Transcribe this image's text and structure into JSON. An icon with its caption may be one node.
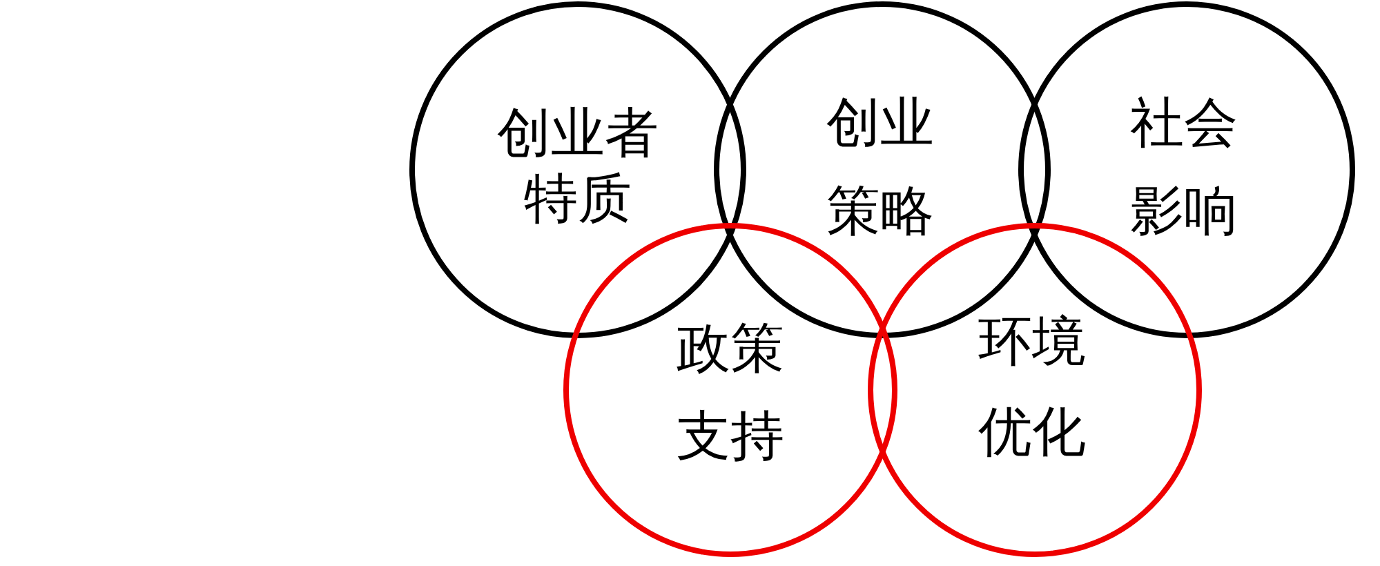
{
  "diagram": {
    "nodes": [
      {
        "text": [
          "创业者特质"
        ]
      },
      {
        "text": [
          "创业策略"
        ]
      },
      {
        "text": [
          "社会影响"
        ]
      },
      {
        "text": [
          "政策支持"
        ]
      },
      {
        "text": [
          "环境优化"
        ]
      }
    ]
  }
}
